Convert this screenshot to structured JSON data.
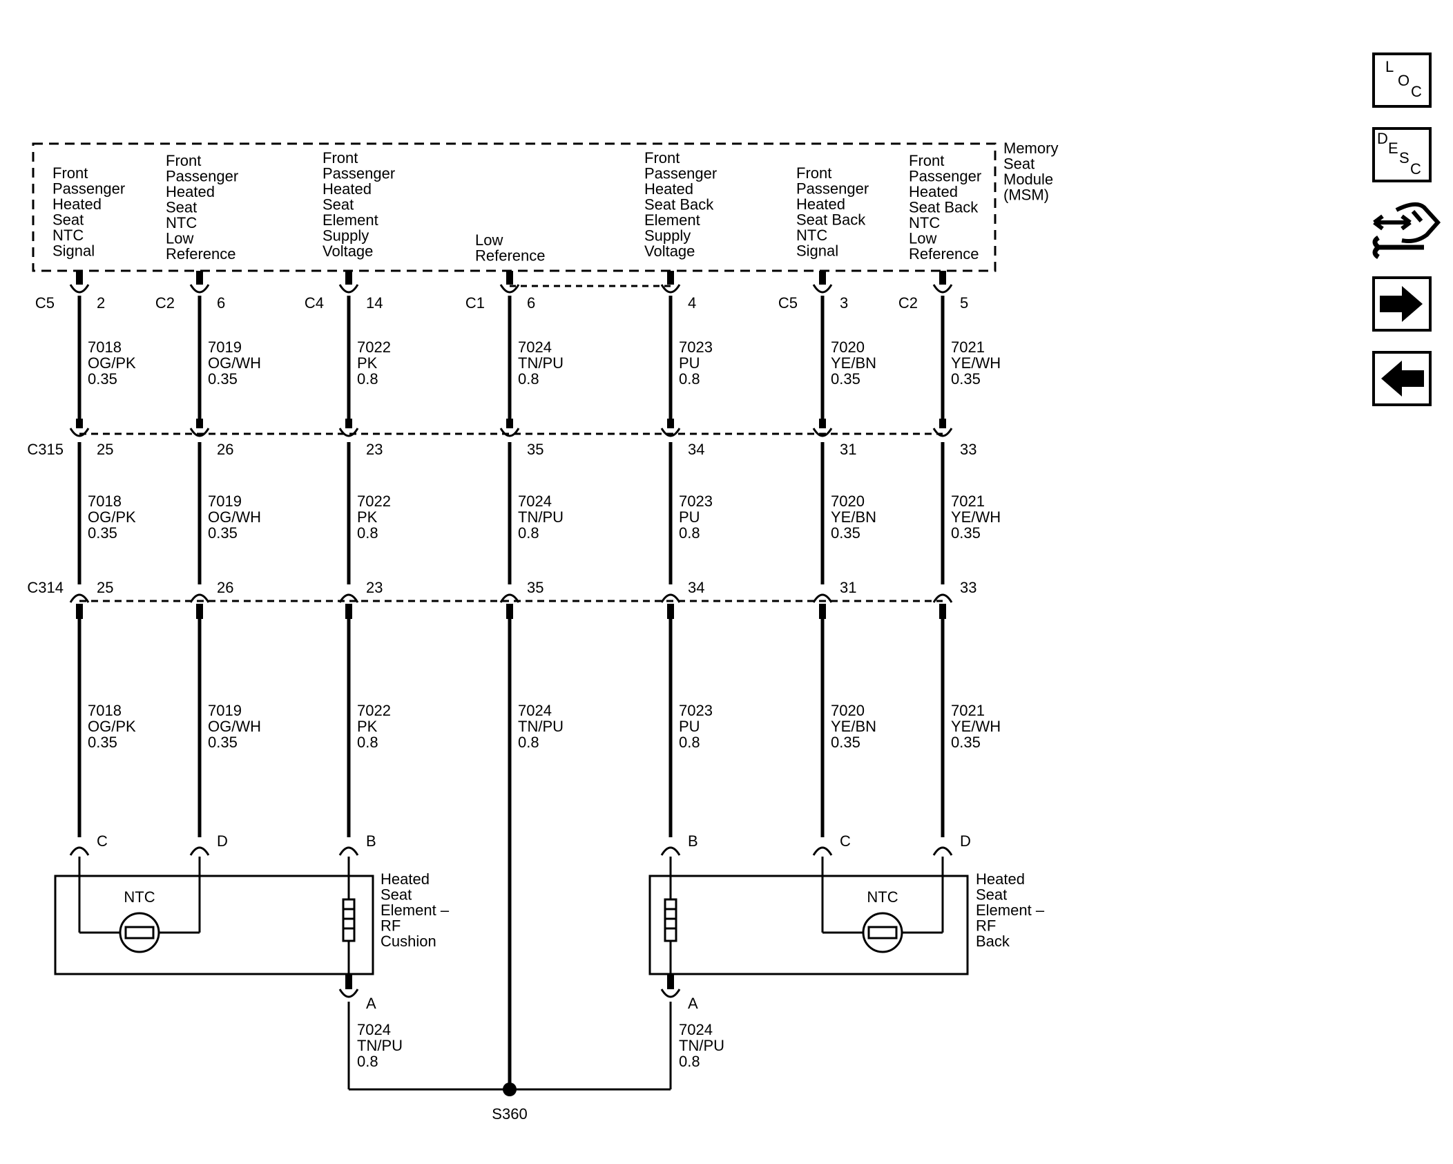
{
  "module": {
    "name": [
      "Memory",
      "Seat",
      "Module",
      "(MSM)"
    ],
    "functions": [
      [
        "Front",
        "Passenger",
        "Heated",
        "Seat",
        "NTC",
        "Signal"
      ],
      [
        "Front",
        "Passenger",
        "Heated",
        "Seat",
        "NTC",
        "Low",
        "Reference"
      ],
      [
        "Front",
        "Passenger",
        "Heated",
        "Seat",
        "Element",
        "Supply",
        "Voltage"
      ],
      [
        "Low",
        "Reference"
      ],
      [
        "Front",
        "Passenger",
        "Heated",
        "Seat Back",
        "Element",
        "Supply",
        "Voltage"
      ],
      [
        "Front",
        "Passenger",
        "Heated",
        "Seat Back",
        "NTC",
        "Signal"
      ],
      [
        "Front",
        "Passenger",
        "Heated",
        "Seat Back",
        "NTC",
        "Low",
        "Reference"
      ]
    ]
  },
  "circuits": [
    {
      "module_conn": "C5",
      "module_pin": "2",
      "circuit": "7018",
      "color": "OG/PK",
      "gauge": "0.35",
      "c315": "25",
      "c314": "25",
      "comp_pin": "C"
    },
    {
      "module_conn": "C2",
      "module_pin": "6",
      "circuit": "7019",
      "color": "OG/WH",
      "gauge": "0.35",
      "c315": "26",
      "c314": "26",
      "comp_pin": "D"
    },
    {
      "module_conn": "C4",
      "module_pin": "14",
      "circuit": "7022",
      "color": "PK",
      "gauge": "0.8",
      "c315": "23",
      "c314": "23",
      "comp_pin": "B"
    },
    {
      "module_conn": "C1",
      "module_pin": "6",
      "circuit": "7024",
      "color": "TN/PU",
      "gauge": "0.8",
      "c315": "35",
      "c314": "35",
      "comp_pin": ""
    },
    {
      "module_conn": "",
      "module_pin": "4",
      "circuit": "7023",
      "color": "PU",
      "gauge": "0.8",
      "c315": "34",
      "c314": "34",
      "comp_pin": "B"
    },
    {
      "module_conn": "C5",
      "module_pin": "3",
      "circuit": "7020",
      "color": "YE/BN",
      "gauge": "0.35",
      "c315": "31",
      "c314": "31",
      "comp_pin": "C"
    },
    {
      "module_conn": "C2",
      "module_pin": "5",
      "circuit": "7021",
      "color": "YE/WH",
      "gauge": "0.35",
      "c315": "33",
      "c314": "33",
      "comp_pin": "D"
    }
  ],
  "connectors": {
    "upper": "C315",
    "lower": "C314"
  },
  "components": {
    "cushion": {
      "name": [
        "Heated",
        "Seat",
        "Element –",
        "RF",
        "Cushion"
      ],
      "ntc": "NTC",
      "return_pin": "A",
      "return_wire": {
        "circuit": "7024",
        "color": "TN/PU",
        "gauge": "0.8"
      }
    },
    "back": {
      "name": [
        "Heated",
        "Seat",
        "Element –",
        "RF",
        "Back"
      ],
      "ntc": "NTC",
      "return_pin": "A",
      "return_wire": {
        "circuit": "7024",
        "color": "TN/PU",
        "gauge": "0.8"
      }
    }
  },
  "splice": "S360",
  "nav": {
    "loc": [
      "L",
      "O",
      "C"
    ],
    "desc": [
      "D",
      "E",
      "S",
      "C"
    ],
    "icons": [
      "connector-icon",
      "next-arrow-icon",
      "back-arrow-icon"
    ]
  }
}
